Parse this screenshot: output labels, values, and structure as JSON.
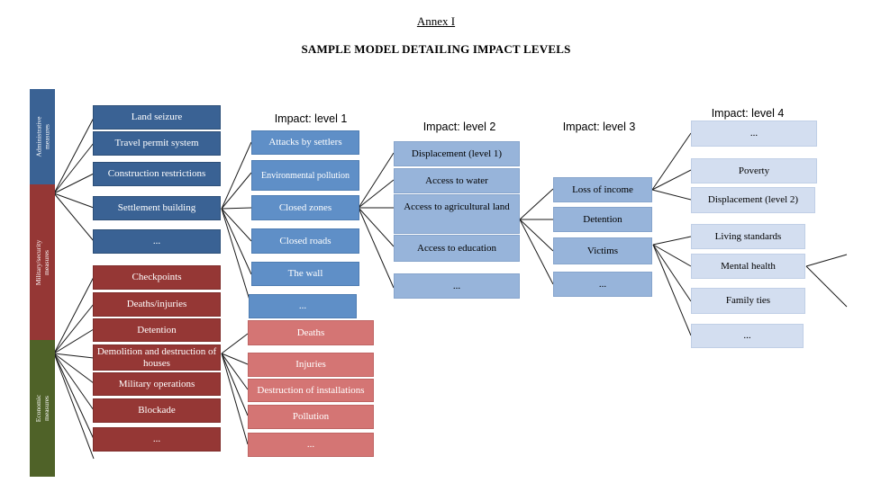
{
  "header": {
    "annex": "Annex I",
    "title": "SAMPLE MODEL DETAILING IMPACT LEVELS"
  },
  "levels": {
    "l1": "Impact: level 1",
    "l2": "Impact: level 2",
    "l3": "Impact: level 3",
    "l4": "Impact: level 4"
  },
  "categories": {
    "administrative": "Administrative measures",
    "military": "Military/security measures",
    "economic": "Economic measures"
  },
  "measures": {
    "admin": [
      "Land seizure",
      "Travel permit system",
      "Construction restrictions",
      "Settlement building",
      "..."
    ],
    "military": [
      "Checkpoints",
      "Deaths/injuries",
      "Detention",
      "Demolition and destruction of houses",
      "Military operations",
      "Blockade",
      "..."
    ]
  },
  "level1": {
    "blue": [
      "Attacks by settlers",
      "Environmental pollution",
      "Closed zones",
      "Closed roads",
      "The wall",
      "..."
    ],
    "red": [
      "Deaths",
      "Injuries",
      "Destruction of installations",
      "Pollution",
      "..."
    ]
  },
  "level2": [
    "Displacement (level 1)",
    "Access to water",
    "Access to agricultural land",
    "Access to education",
    "..."
  ],
  "level3": [
    "Loss of income",
    "Detention",
    "Victims",
    "..."
  ],
  "level4": [
    "...",
    "Poverty",
    "Displacement (level 2)",
    "Living standards",
    "Mental health",
    "Family ties",
    "..."
  ],
  "colors": {
    "dark_blue": "#3a6294",
    "mid_blue": "#5f8fc7",
    "light_blue": "#97b4da",
    "pale_blue": "#d3def0",
    "dark_red": "#953735",
    "light_red": "#d47574",
    "olive_green": "#4f6228"
  }
}
